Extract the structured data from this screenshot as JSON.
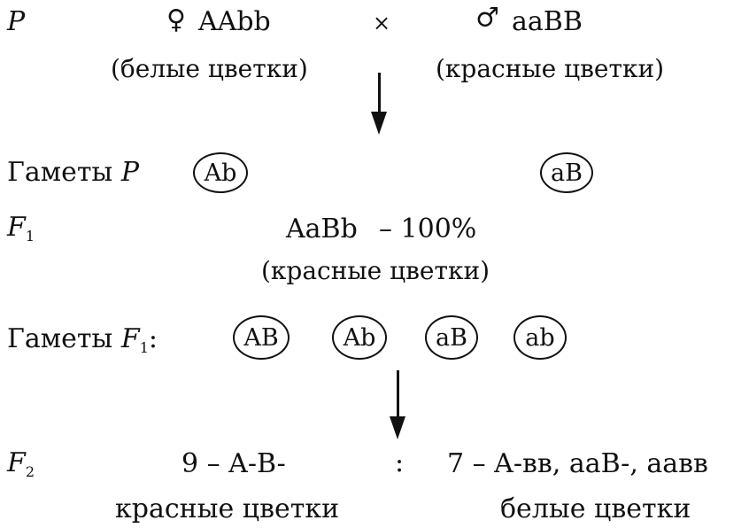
{
  "parents": {
    "label": "P",
    "female_symbol": "♀",
    "female_genotype": "AAbb",
    "female_phenotype": "(белые цветки)",
    "cross_sign": "×",
    "male_symbol": "♂",
    "male_genotype": "aaBB",
    "male_phenotype": "(красные цветки)"
  },
  "gametes_p": {
    "label_text": "Гаметы ",
    "label_letter": "P",
    "items": [
      "Ab",
      "aB"
    ]
  },
  "f1": {
    "label_letter": "F",
    "label_sub": "1",
    "genotype": "AaBb",
    "percent": "– 100%",
    "phenotype": "(красные цветки)"
  },
  "gametes_f1": {
    "label_text": "Гаметы ",
    "label_letter": "F",
    "label_sub": "1",
    "label_colon": ":",
    "items": [
      "AB",
      "Ab",
      "aB",
      "ab"
    ]
  },
  "f2": {
    "label_letter": "F",
    "label_sub": "2",
    "left_ratio": "9 – A-B-",
    "separator": ":",
    "right_ratio": "7 – A-вв, aaB-, aaвв",
    "left_phenotype": "красные цветки",
    "right_phenotype": "белые цветки"
  },
  "colors": {
    "ink": "#111111",
    "background": "#ffffff"
  }
}
